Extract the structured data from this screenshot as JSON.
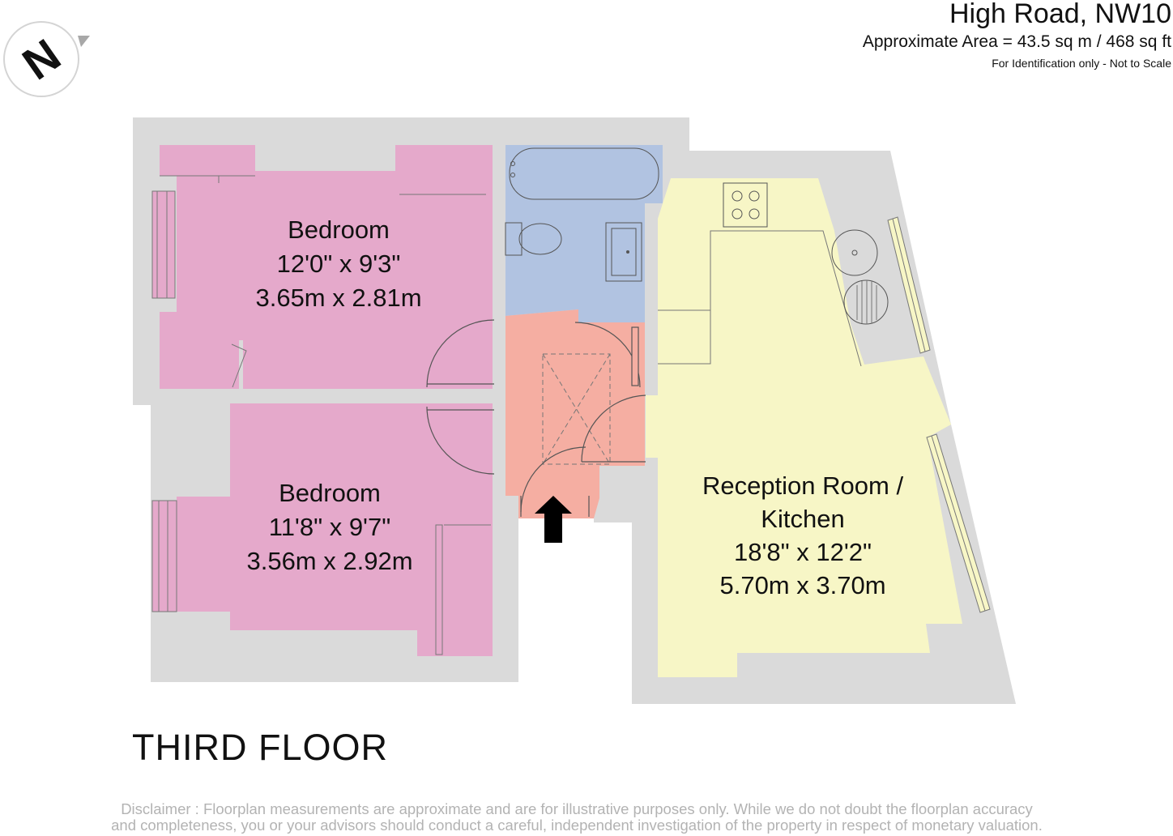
{
  "header": {
    "title": "High Road, NW10",
    "area": "Approximate Area = 43.5 sq m / 468 sq ft",
    "note": "For Identification only - Not to Scale"
  },
  "compass": {
    "letter": "N",
    "icon": "north-arrow-icon"
  },
  "rooms": [
    {
      "name": "Bedroom",
      "imperial": "12'0\" x 9'3\"",
      "metric": "3.65m x 2.81m",
      "color": "#e5a9cb"
    },
    {
      "name": "Bedroom",
      "imperial": "11'8\" x 9'7\"",
      "metric": "3.56m x 2.92m",
      "color": "#e5a9cb"
    },
    {
      "name_line1": "Reception Room /",
      "name_line2": "Kitchen",
      "imperial": "18'8\" x 12'2\"",
      "metric": "5.70m x 3.70m",
      "color": "#f7f6c6"
    }
  ],
  "colors": {
    "walls": "#dadada",
    "bedroom": "#e5a9cb",
    "bathroom": "#b1c3e1",
    "hallway": "#f5aea2",
    "reception": "#f7f6c6"
  },
  "floor_name": "THIRD FLOOR",
  "disclaimer": {
    "line1": "Disclaimer : Floorplan measurements are approximate and are for illustrative purposes only. While we do not doubt the floorplan accuracy",
    "line2": "and completeness, you or your advisors should conduct a careful, independent investigation of the property in respect of monetary valuation."
  }
}
